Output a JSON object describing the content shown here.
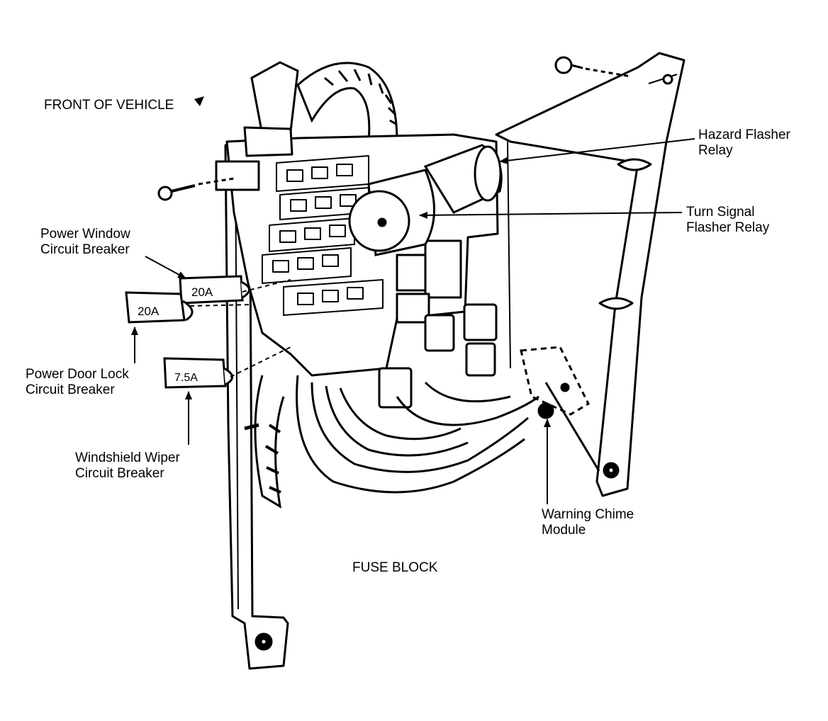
{
  "diagram": {
    "caption": "FUSE BLOCK",
    "orientation_note": "FRONT OF VEHICLE",
    "callouts": {
      "hazard": [
        "Hazard Flasher",
        "Relay"
      ],
      "turn": [
        "Turn Signal",
        "Flasher Relay"
      ],
      "power_window": [
        "Power Window",
        "Circuit Breaker"
      ],
      "power_door_lock": [
        "Power Door Lock",
        "Circuit Breaker"
      ],
      "wiper": [
        "Windshield Wiper",
        "Circuit Breaker"
      ],
      "chime": [
        "Warning Chime",
        "Module"
      ]
    },
    "breaker_ratings": {
      "power_window": "20A",
      "power_door_lock": "20A",
      "wiper": "7.5A"
    },
    "colors": {
      "ink": "#000000",
      "paper": "#ffffff"
    }
  }
}
